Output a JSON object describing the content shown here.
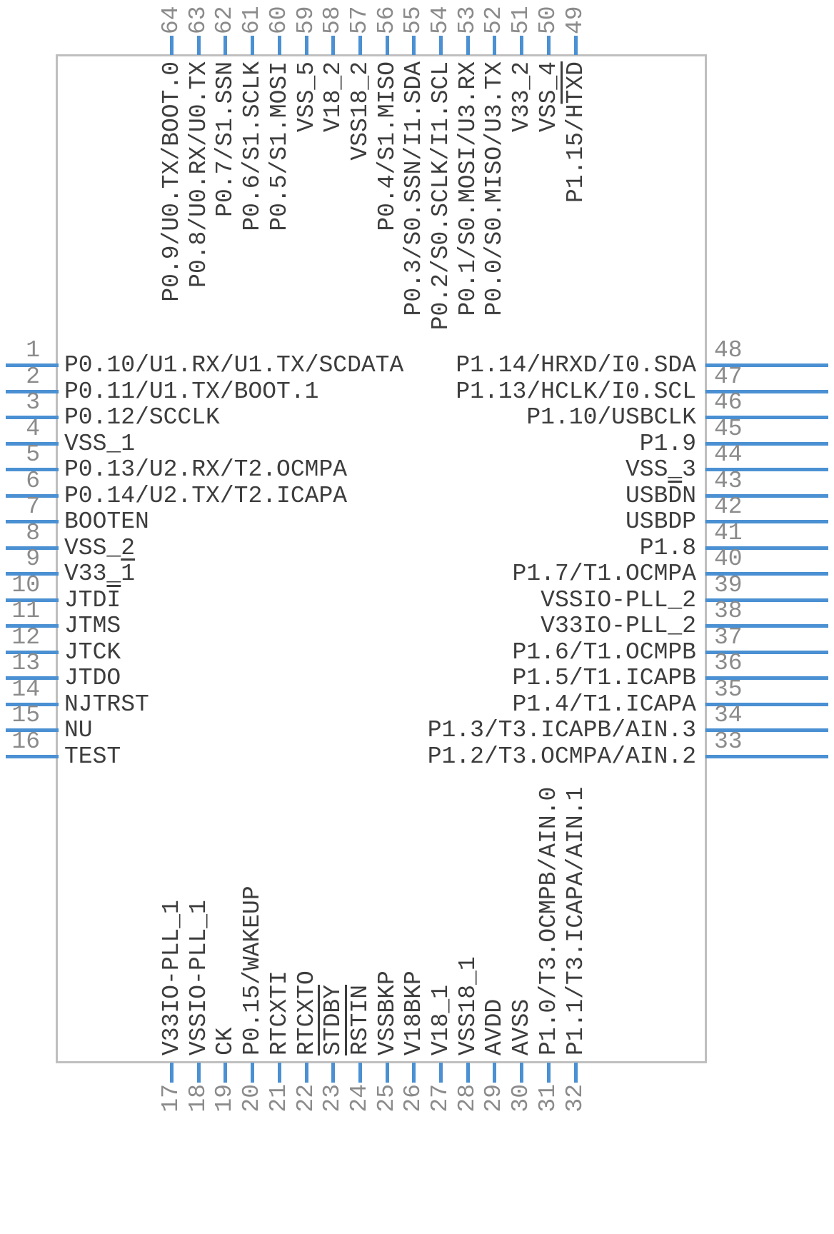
{
  "colors": {
    "pin_line": "#4a90d2",
    "pin_number": "#8b8b8b",
    "pin_label": "#3d3d3d",
    "body_border": "#bfbfbf",
    "background": "#ffffff"
  },
  "pins": {
    "left": [
      {
        "num": "1",
        "label": "P0.10/U1.RX/U1.TX/SCDATA"
      },
      {
        "num": "2",
        "label": "P0.11/U1.TX/BOOT.1"
      },
      {
        "num": "3",
        "label": "P0.12/SCCLK"
      },
      {
        "num": "4",
        "label": "VSS_1"
      },
      {
        "num": "5",
        "label": "P0.13/U2.RX/T2.OCMPA"
      },
      {
        "num": "6",
        "label": "P0.14/U2.TX/T2.ICAPA"
      },
      {
        "num": "7",
        "label": "BOOTEN"
      },
      {
        "num": "8",
        "label": "VSS_2"
      },
      {
        "num": "9",
        "label": "V33_1",
        "bar": "1"
      },
      {
        "num": "10",
        "label": "JTDI",
        "bar": "I"
      },
      {
        "num": "11",
        "label": "JTMS"
      },
      {
        "num": "12",
        "label": "JTCK"
      },
      {
        "num": "13",
        "label": "JTDO"
      },
      {
        "num": "14",
        "label": "NJTRST"
      },
      {
        "num": "15",
        "label": "NU"
      },
      {
        "num": "16",
        "label": "TEST"
      }
    ],
    "right": [
      {
        "num": "48",
        "label": "P1.14/HRXD/I0.SDA"
      },
      {
        "num": "47",
        "label": "P1.13/HCLK/I0.SCL"
      },
      {
        "num": "46",
        "label": "P1.10/USBCLK"
      },
      {
        "num": "45",
        "label": "P1.9"
      },
      {
        "num": "44",
        "label": "VSS_3"
      },
      {
        "num": "43",
        "label": "USBDN",
        "bar": "D"
      },
      {
        "num": "42",
        "label": "USBDP"
      },
      {
        "num": "41",
        "label": "P1.8"
      },
      {
        "num": "40",
        "label": "P1.7/T1.OCMPA"
      },
      {
        "num": "39",
        "label": "VSSIO-PLL_2"
      },
      {
        "num": "38",
        "label": "V33IO-PLL_2"
      },
      {
        "num": "37",
        "label": "P1.6/T1.OCMPB"
      },
      {
        "num": "36",
        "label": "P1.5/T1.ICAPB"
      },
      {
        "num": "35",
        "label": "P1.4/T1.ICAPA"
      },
      {
        "num": "34",
        "label": "P1.3/T3.ICAPB/AIN.3"
      },
      {
        "num": "33",
        "label": "P1.2/T3.OCMPA/AIN.2"
      }
    ],
    "top": [
      {
        "num": "64",
        "label": "P0.9/U0.TX/BOOT.0"
      },
      {
        "num": "63",
        "label": "P0.8/U0.RX/U0.TX"
      },
      {
        "num": "62",
        "label": "P0.7/S1.SSN"
      },
      {
        "num": "61",
        "label": "P0.6/S1.SCLK"
      },
      {
        "num": "60",
        "label": "P0.5/S1.MOSI"
      },
      {
        "num": "59",
        "label": "VSS_5"
      },
      {
        "num": "58",
        "label": "V18_2"
      },
      {
        "num": "57",
        "label": "VSS18_2"
      },
      {
        "num": "56",
        "label": "P0.4/S1.MISO"
      },
      {
        "num": "55",
        "label": "P0.3/S0.SSN/I1.SDA"
      },
      {
        "num": "54",
        "label": "P0.2/S0.SCLK/I1.SCL"
      },
      {
        "num": "53",
        "label": "P0.1/S0.MOSI/U3.RX"
      },
      {
        "num": "52",
        "label": "P0.0/S0.MISO/U3.TX"
      },
      {
        "num": "51",
        "label": "V33_2"
      },
      {
        "num": "50",
        "label": "VSS_4"
      },
      {
        "num": "49",
        "label": "P1.15/HTXD",
        "bar": "TXD"
      }
    ],
    "bottom": [
      {
        "num": "17",
        "label": "V33IO-PLL_1"
      },
      {
        "num": "18",
        "label": "VSSIO-PLL_1"
      },
      {
        "num": "19",
        "label": "CK"
      },
      {
        "num": "20",
        "label": "P0.15/WAKEUP"
      },
      {
        "num": "21",
        "label": "RTCXTI"
      },
      {
        "num": "22",
        "label": "RTCXTO"
      },
      {
        "num": "23",
        "label": "STDBY",
        "bar": "STDBY"
      },
      {
        "num": "24",
        "label": "RSTIN",
        "bar": "RSTIN"
      },
      {
        "num": "25",
        "label": "VSSBKP"
      },
      {
        "num": "26",
        "label": "V18BKP"
      },
      {
        "num": "27",
        "label": "V18_1"
      },
      {
        "num": "28",
        "label": "VSS18_1"
      },
      {
        "num": "29",
        "label": "AVDD"
      },
      {
        "num": "30",
        "label": "AVSS"
      },
      {
        "num": "31",
        "label": "P1.0/T3.OCMPB/AIN.0"
      },
      {
        "num": "32",
        "label": "P1.1/T3.ICAPA/AIN.1"
      }
    ]
  }
}
